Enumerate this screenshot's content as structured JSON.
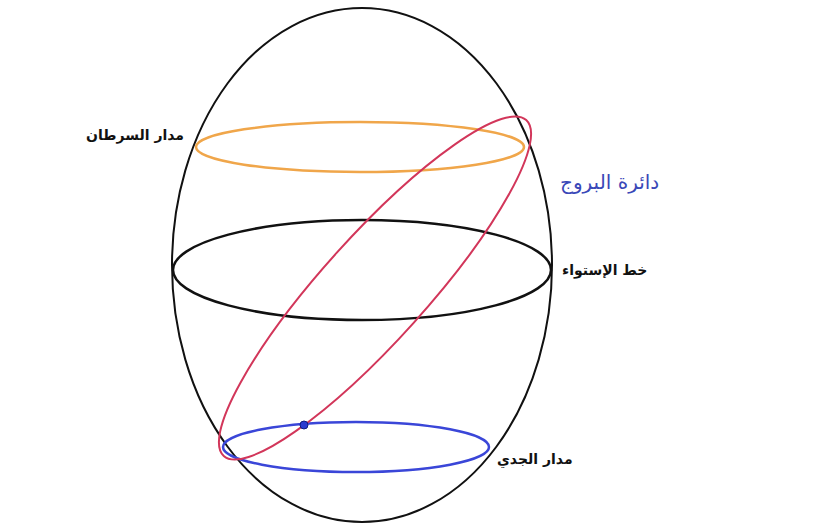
{
  "diagram": {
    "labels": [
      "مدار السرطان",
      "دائرة البروج",
      "خط الإستواء",
      "مدار الجدي"
    ]
  }
}
